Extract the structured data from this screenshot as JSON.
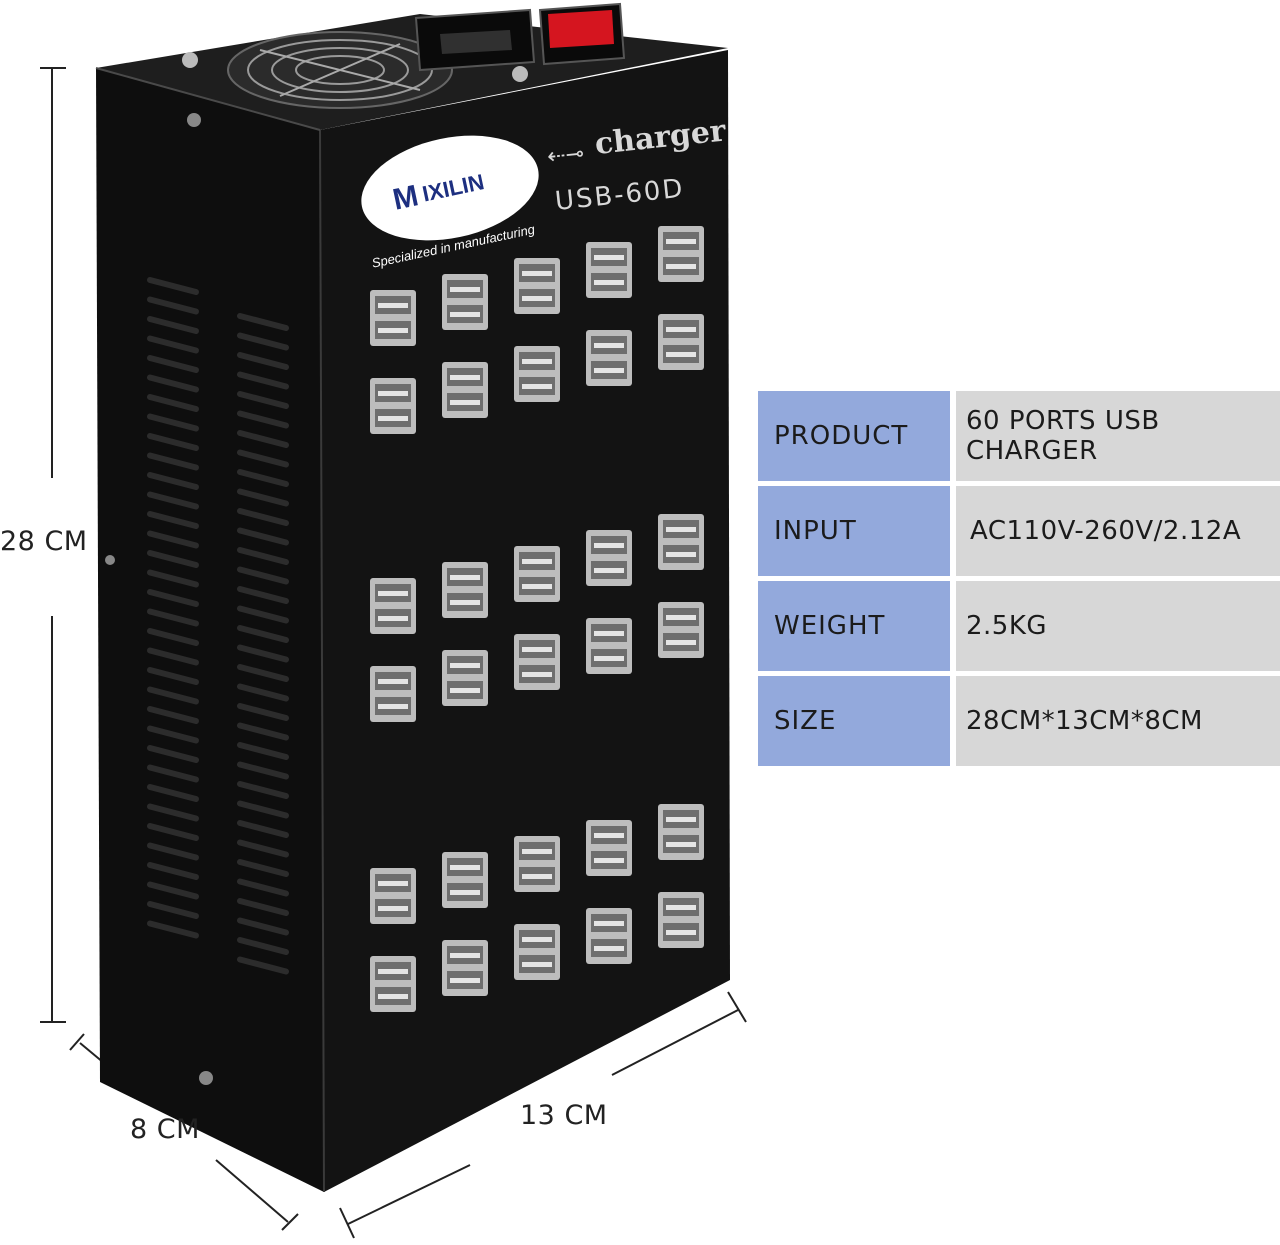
{
  "product_image": {
    "brand": "MIXILIN",
    "brand_tagline": "Specialized in manufacturing",
    "charger_word": "charger",
    "model": "USB-60D"
  },
  "dimensions": {
    "height": "28 CM",
    "depth": "8 CM",
    "width": "13 CM"
  },
  "specs": [
    {
      "key": "PRODUCT",
      "value": "60 PORTS USB CHARGER"
    },
    {
      "key": "INPUT",
      "value": "AC110V-260V/2.12A"
    },
    {
      "key": "WEIGHT",
      "value": "2.5KG"
    },
    {
      "key": "SIZE",
      "value": "28CM*13CM*8CM"
    }
  ],
  "colors": {
    "key_bg": "#93a9dc",
    "value_bg": "#d7d7d7",
    "device_body": "#121212",
    "switch_red": "#d5151f"
  }
}
